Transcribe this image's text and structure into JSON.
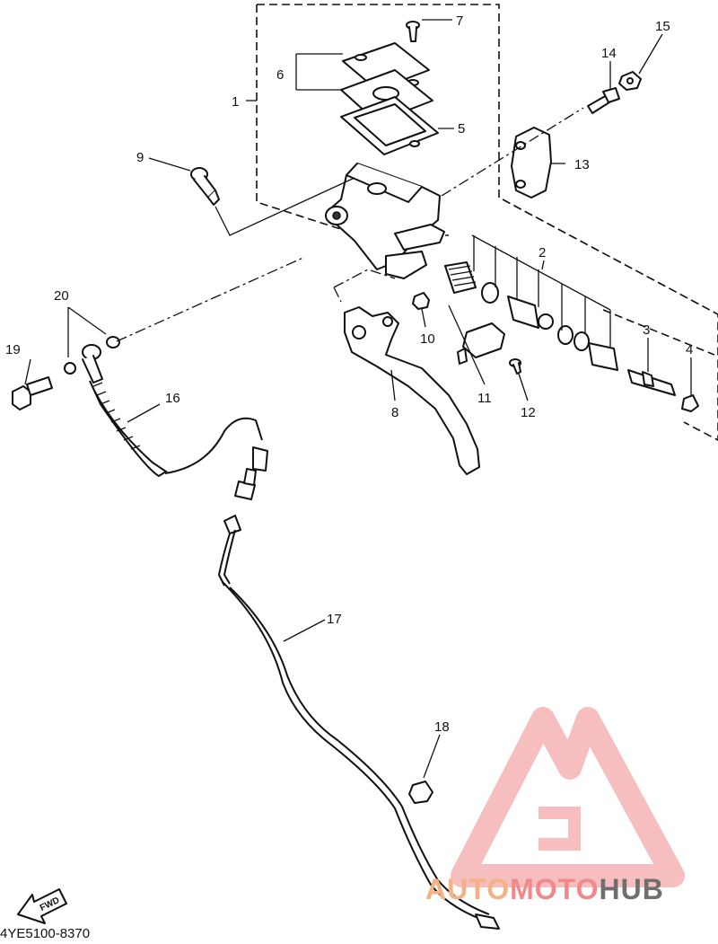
{
  "callouts": [
    {
      "id": "1",
      "label": "1"
    },
    {
      "id": "2",
      "label": "2"
    },
    {
      "id": "3",
      "label": "3"
    },
    {
      "id": "4",
      "label": "4"
    },
    {
      "id": "5",
      "label": "5"
    },
    {
      "id": "6",
      "label": "6"
    },
    {
      "id": "7",
      "label": "7"
    },
    {
      "id": "8",
      "label": "8"
    },
    {
      "id": "9",
      "label": "9"
    },
    {
      "id": "10",
      "label": "10"
    },
    {
      "id": "11",
      "label": "11"
    },
    {
      "id": "12",
      "label": "12"
    },
    {
      "id": "13",
      "label": "13"
    },
    {
      "id": "14",
      "label": "14"
    },
    {
      "id": "15",
      "label": "15"
    },
    {
      "id": "16",
      "label": "16"
    },
    {
      "id": "17",
      "label": "17"
    },
    {
      "id": "18",
      "label": "18"
    },
    {
      "id": "19",
      "label": "19"
    },
    {
      "id": "20",
      "label": "20"
    }
  ],
  "fwd_label": "FWD",
  "document_code": "4YE5100-8370",
  "watermark": {
    "part1": "AUTO",
    "part2": "MOTO",
    "part3": "HUB",
    "colors": {
      "auto": "#f4b183",
      "moto": "#f08a8a",
      "hub": "#6f6f6f",
      "logo": "#f08a8a"
    }
  }
}
